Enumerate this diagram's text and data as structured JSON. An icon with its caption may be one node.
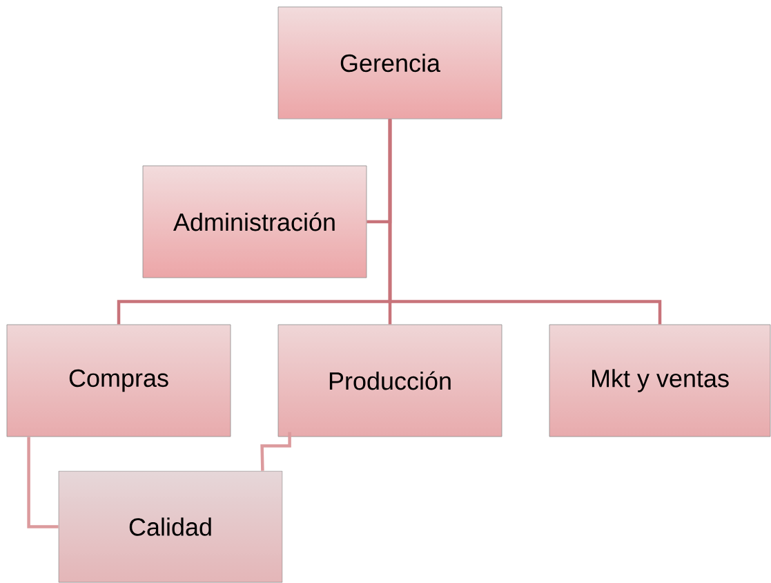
{
  "diagram": {
    "nodes": [
      {
        "text": [
          "Gerencia"
        ]
      },
      {
        "text": [
          "Administración"
        ]
      },
      {
        "text": [
          "Compras"
        ]
      },
      {
        "text": [
          "Producción"
        ]
      },
      {
        "text": [
          "Mkt y ventas"
        ]
      },
      {
        "text": [
          "Calidad"
        ]
      }
    ],
    "edges": [
      {
        "from": 0,
        "to": 1,
        "arrow": "none"
      },
      {
        "from": 0,
        "to": 2,
        "arrow": "none"
      },
      {
        "from": 0,
        "to": 3,
        "arrow": "none"
      },
      {
        "from": 0,
        "to": 4,
        "arrow": "none"
      },
      {
        "from": 2,
        "to": 5,
        "arrow": "none",
        "color": "#dc9a9d"
      },
      {
        "from": 3,
        "to": 5,
        "arrow": "none",
        "color": "#dc9a9d"
      }
    ]
  }
}
